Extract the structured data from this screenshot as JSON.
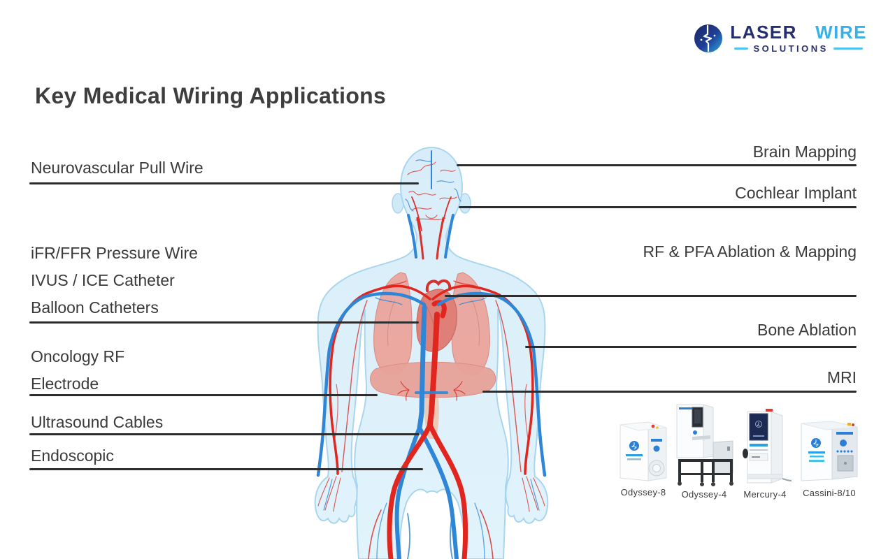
{
  "logo": {
    "word1": "LASER",
    "word2": "WIRE",
    "word3": "SOLUTIONS"
  },
  "title": "Key Medical Wiring Applications",
  "left_callouts": [
    {
      "lines": [
        "Neurovascular Pull Wire"
      ]
    },
    {
      "lines": [
        "iFR/FFR Pressure Wire",
        "IVUS / ICE Catheter",
        "Balloon Catheters"
      ]
    },
    {
      "lines": [
        "Oncology RF",
        "Electrode"
      ]
    },
    {
      "lines": [
        "Ultrasound Cables"
      ]
    },
    {
      "lines": [
        "Endoscopic"
      ]
    }
  ],
  "right_callouts": [
    {
      "lines": [
        "Brain Mapping"
      ]
    },
    {
      "lines": [
        "Cochlear Implant"
      ]
    },
    {
      "lines": [
        "RF & PFA Ablation & Mapping"
      ]
    },
    {
      "lines": [
        "Bone Ablation"
      ]
    },
    {
      "lines": [
        "MRI"
      ]
    }
  ],
  "products": [
    {
      "name": "Odyssey-8"
    },
    {
      "name": "Odyssey-4"
    },
    {
      "name": "Mercury-4"
    },
    {
      "name": "Cassini-8/10"
    }
  ],
  "colors": {
    "logo_navy": "#252f6f",
    "logo_light_blue": "#38b1e8",
    "artery_red": "#e0261f",
    "vein_blue": "#2f86d6",
    "body_fill": "#dbeffa",
    "callout_line": "#2d2d2d",
    "text_dark": "#3a3a3a"
  }
}
